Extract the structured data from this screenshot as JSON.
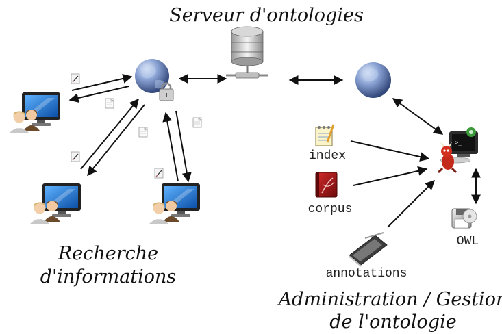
{
  "titles": {
    "server": "Serveur d'ontologies",
    "search_line1": "Recherche",
    "search_line2": "d'informations",
    "admin_line1": "Administration / Gestion",
    "admin_line2": "de l'ontologie"
  },
  "labels": {
    "index": "index",
    "corpus": "corpus",
    "owl": "OWL",
    "annotations": "annotations"
  },
  "icons": {
    "server": "database-server-icon",
    "globe": "globe-icon",
    "lock": "padlock-icon",
    "user": "users-computer-icon",
    "note": "notepad-icon",
    "book": "book-icon",
    "disk": "disk-icon",
    "tablet": "tablet-icon",
    "document": "document-icon",
    "edit": "edit-pencil-icon",
    "daemon": "bsd-daemon-computer-icon"
  },
  "colors": {
    "globe": "#5a76b0",
    "monitor": "#1e78d0",
    "book": "#b3141b",
    "arrow": "#111111"
  }
}
